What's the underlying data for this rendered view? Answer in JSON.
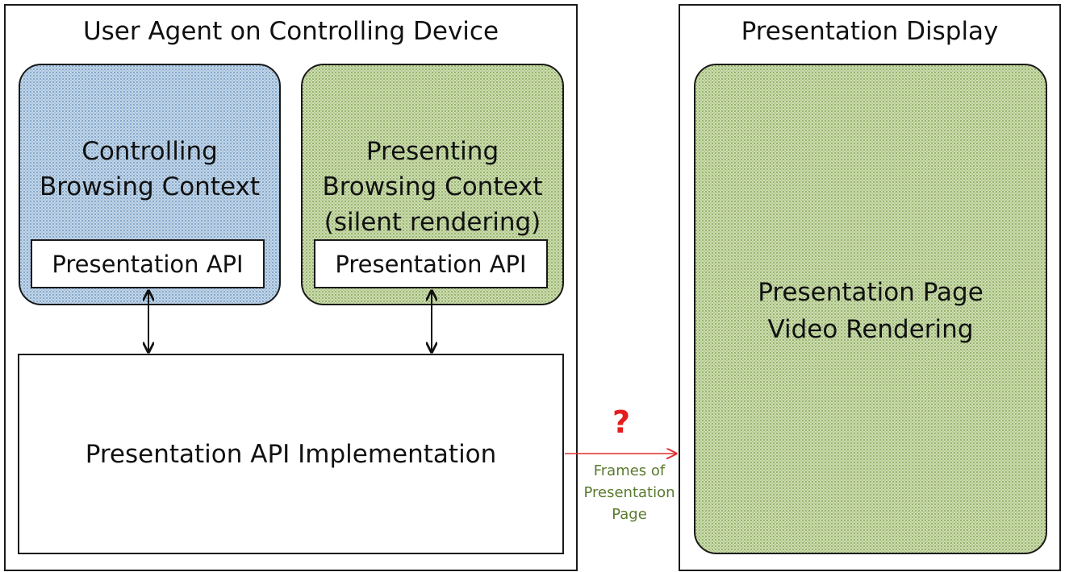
{
  "user_agent": {
    "title": "User Agent on Controlling Device",
    "controlling_context": {
      "label_lines": [
        "Controlling",
        "Browsing Context"
      ],
      "api_label": "Presentation API"
    },
    "presenting_context": {
      "label_lines": [
        "Presenting",
        "Browsing Context",
        "(silent rendering)"
      ],
      "api_label": "Presentation API"
    },
    "implementation_label": "Presentation API Implementation"
  },
  "presentation_display": {
    "title": "Presentation Display",
    "page_label_lines": [
      "Presentation Page",
      "Video Rendering"
    ]
  },
  "link": {
    "question_mark": "?",
    "frames_label_lines": [
      "Frames of",
      "Presentation",
      "Page"
    ]
  },
  "colors": {
    "border": "#1a1a1a",
    "controlling_fill": "#c3d6e8",
    "presenting_fill": "#cddcb2",
    "display_fill": "#cddcb2",
    "link_arrow": "#e03030",
    "question_mark": "#e41e1e",
    "frames_text": "#5a7a2e"
  }
}
